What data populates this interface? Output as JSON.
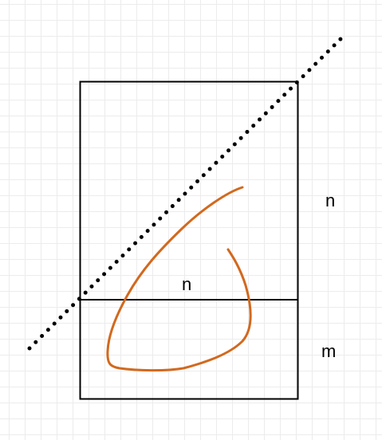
{
  "labels": {
    "right_n": "n",
    "middle_n": "n",
    "right_m": "m"
  },
  "colors": {
    "outline": "#000000",
    "dotted_line": "#000000",
    "curve": "#d2691e",
    "grid": "#ececec",
    "background": "#ffffff"
  }
}
